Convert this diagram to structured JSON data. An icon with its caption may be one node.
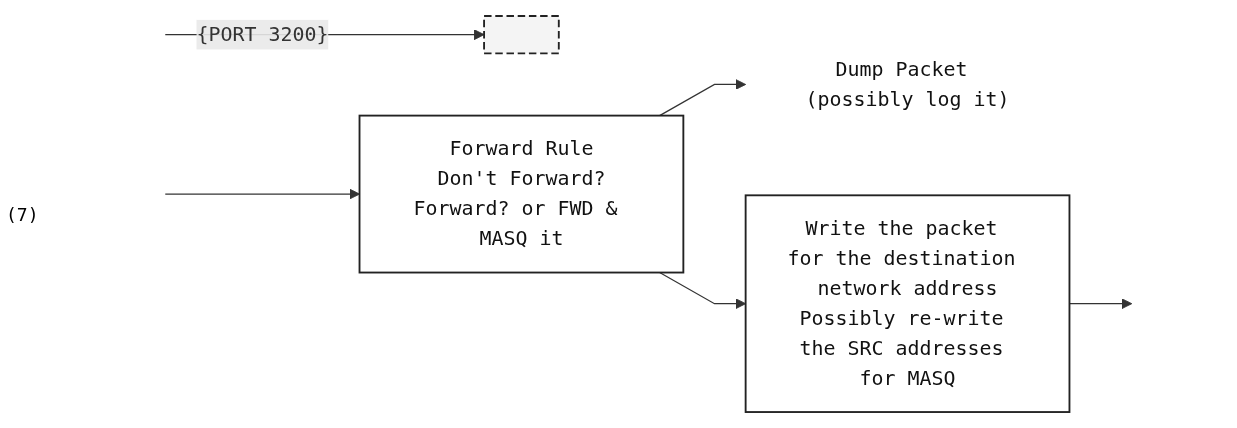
{
  "diagram": {
    "nodes": [
      {
        "text": [],
        "shape": "box"
      },
      {
        "text": [
          "Forward Rule",
          "Don't Forward?",
          "Forward? or FWD & MASQ it"
        ]
      },
      {
        "text": [
          "Dump Packet (possibly log it)"
        ]
      },
      {
        "text": [
          "Write the packet for the destination network address",
          "Possibly re-write the SRC addresses for MASQ"
        ]
      }
    ],
    "edges": [
      {
        "from": null,
        "to": 0,
        "arrow": "to",
        "label": "{PORT 3200}"
      },
      {
        "from": null,
        "to": 1,
        "arrow": "to"
      },
      {
        "from": 1,
        "to": 2,
        "arrow": "to"
      },
      {
        "from": 1,
        "to": 3,
        "arrow": "to"
      },
      {
        "from": 3,
        "to": null,
        "arrow": "to"
      }
    ],
    "labels": [
      "(7)"
    ]
  }
}
